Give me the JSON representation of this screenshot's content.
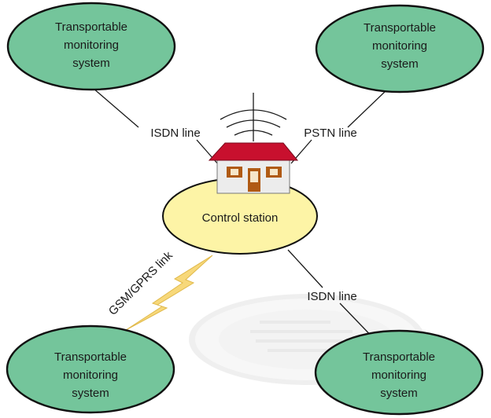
{
  "colors": {
    "node_fill": "#74c59b",
    "station_fill": "#fdf4a6",
    "roof": "#c8102e",
    "wall": "#ececec",
    "windows": "#b05a14",
    "lightning": "#f7d87a",
    "watermark": "#d9d9d9"
  },
  "nodes": {
    "top_left": [
      "Transportable",
      "monitoring",
      "system"
    ],
    "top_right": [
      "Transportable",
      "monitoring",
      "system"
    ],
    "bottom_left": [
      "Transportable",
      "monitoring",
      "system"
    ],
    "bottom_right": [
      "Transportable",
      "monitoring",
      "system"
    ]
  },
  "station": {
    "label": "Control station"
  },
  "links": {
    "top_left": "ISDN line",
    "top_right": "PSTN line",
    "bottom_left": "GSM/GPRS link",
    "bottom_right": "ISDN line"
  },
  "icons": [
    "house-icon",
    "antenna-icon",
    "lightning-bolt-icon"
  ]
}
